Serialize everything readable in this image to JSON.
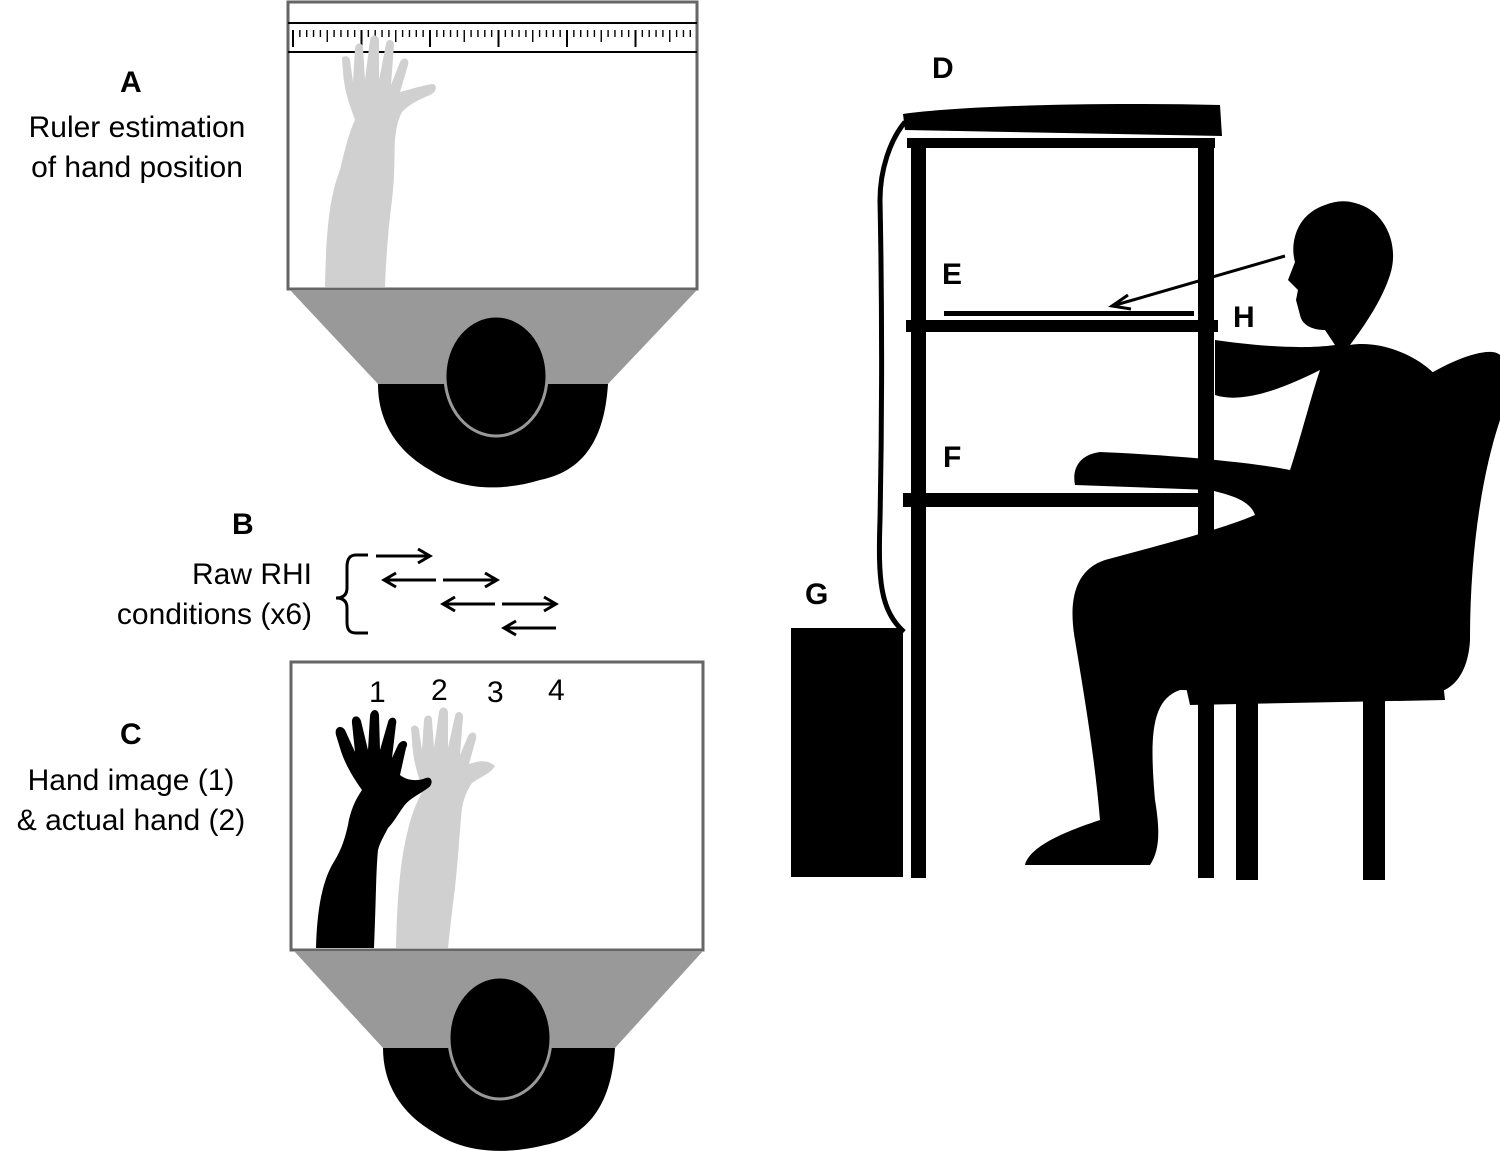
{
  "panel_a": {
    "letter": "A",
    "caption_line1": "Ruler estimation",
    "caption_line2": "of hand position"
  },
  "panel_b": {
    "letter": "B",
    "caption_line1": "Raw RHI",
    "caption_line2": "conditions (x6)"
  },
  "panel_c": {
    "letter": "C",
    "caption_line1": "Hand image (1)",
    "caption_line2": "& actual hand (2)",
    "positions": [
      "1",
      "2",
      "3",
      "4"
    ]
  },
  "apparatus": {
    "label_d": "D",
    "label_e": "E",
    "label_f": "F",
    "label_g": "G",
    "label_h": "H"
  },
  "colors": {
    "silhouette": "#000000",
    "trapezoid": "#999999",
    "ghost_arm": "#d0d0d0",
    "frame": "#666666"
  }
}
